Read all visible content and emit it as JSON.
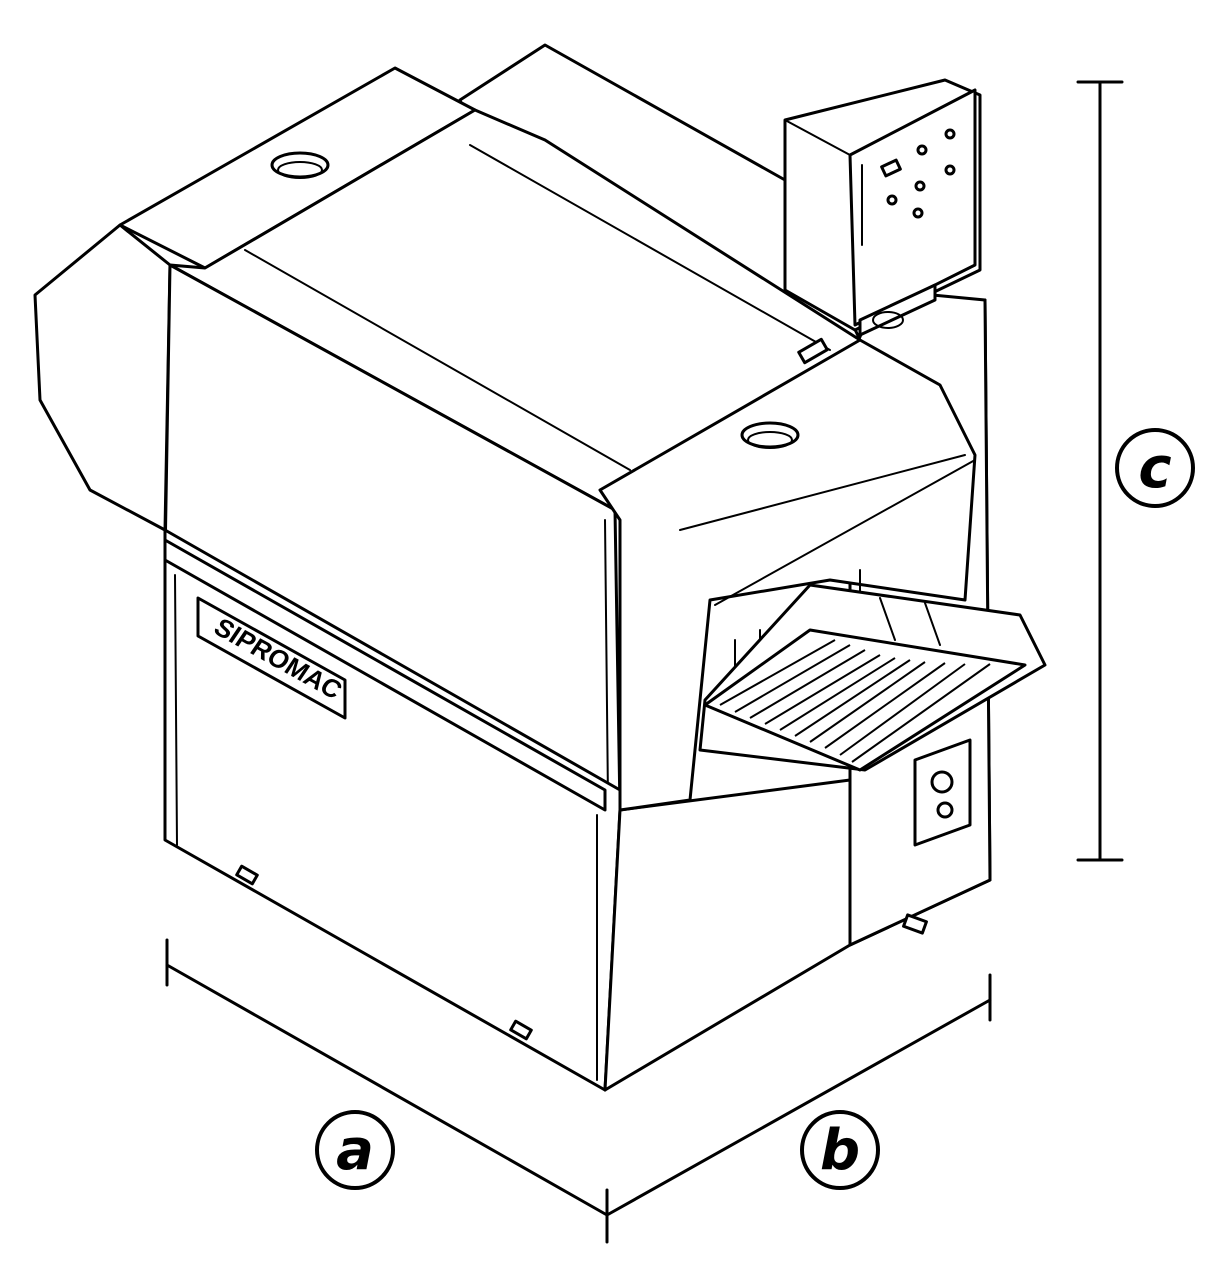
{
  "diagram": {
    "brand_logo": "SIPROMAC",
    "dimension_labels": {
      "a": "a",
      "b": "b",
      "c": "c"
    },
    "colors": {
      "line": "#000000",
      "background": "#ffffff"
    }
  }
}
